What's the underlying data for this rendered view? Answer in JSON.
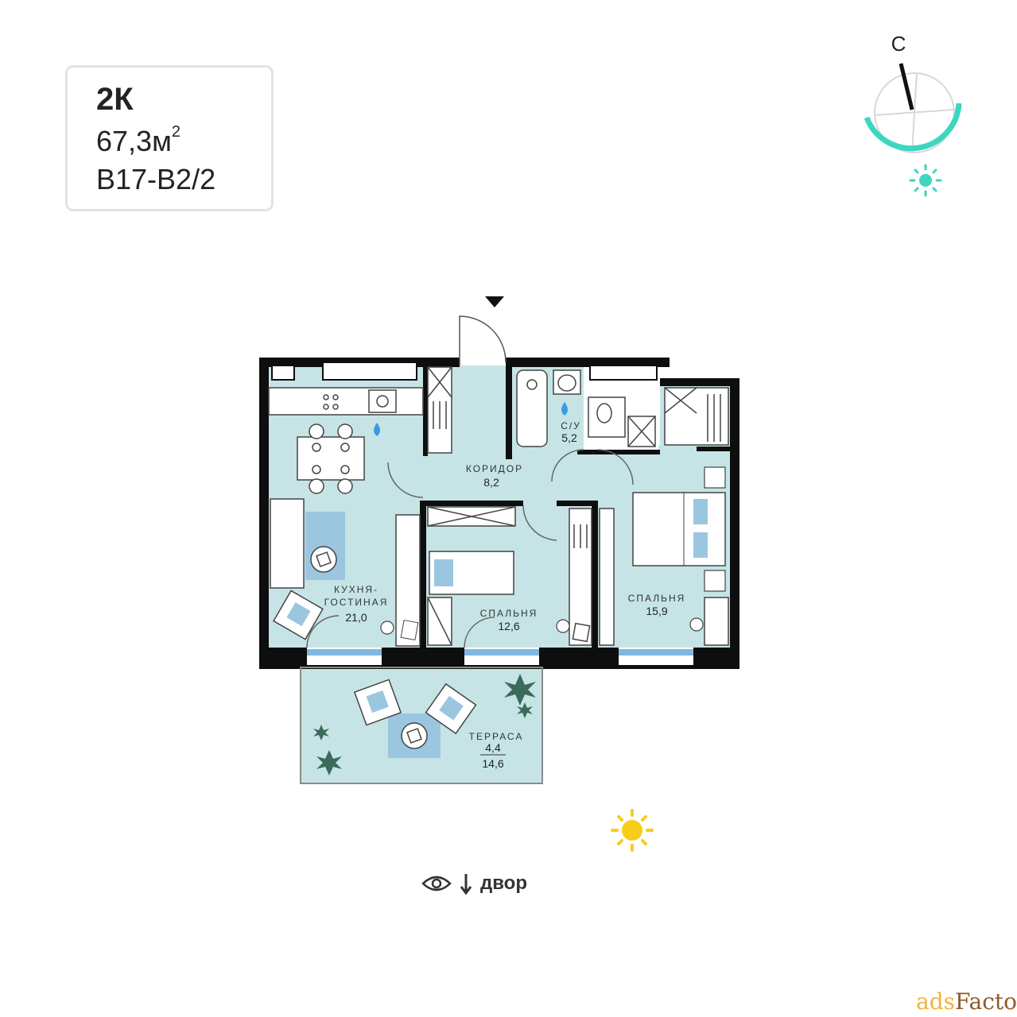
{
  "card": {
    "type": "2К",
    "area": "67,3м",
    "area_unit_sup": "2",
    "code": "B17-B2/2"
  },
  "compass": {
    "north_label": "С",
    "accent_color": "#3dd6bf"
  },
  "colors": {
    "room_fill": "#c6e4e6",
    "wall": "#0e0e0e",
    "accent": "#3dd6bf",
    "sun": "#f7cd1a",
    "window": "#7fb7e0"
  },
  "rooms": {
    "kitchen": {
      "label_line1": "КУХНЯ-",
      "label_line2": "ГОСТИНАЯ",
      "area": "21,0"
    },
    "corridor": {
      "label": "КОРИДОР",
      "area": "8,2"
    },
    "bathroom": {
      "label": "С/У",
      "area": "5,2"
    },
    "bedroom1": {
      "label": "СПАЛЬНЯ",
      "area": "12,6"
    },
    "bedroom2": {
      "label": "СПАЛЬНЯ",
      "area": "15,9"
    },
    "terrace": {
      "label": "ТЕРРАСА",
      "area_reduced": "4,4",
      "area_full": "14,6"
    }
  },
  "view": {
    "text": "двор",
    "eye_icon": "eye-icon",
    "arrow_icon": "arrow-down-icon"
  },
  "watermark": {
    "ads": "ads",
    "factory": "Factory"
  }
}
